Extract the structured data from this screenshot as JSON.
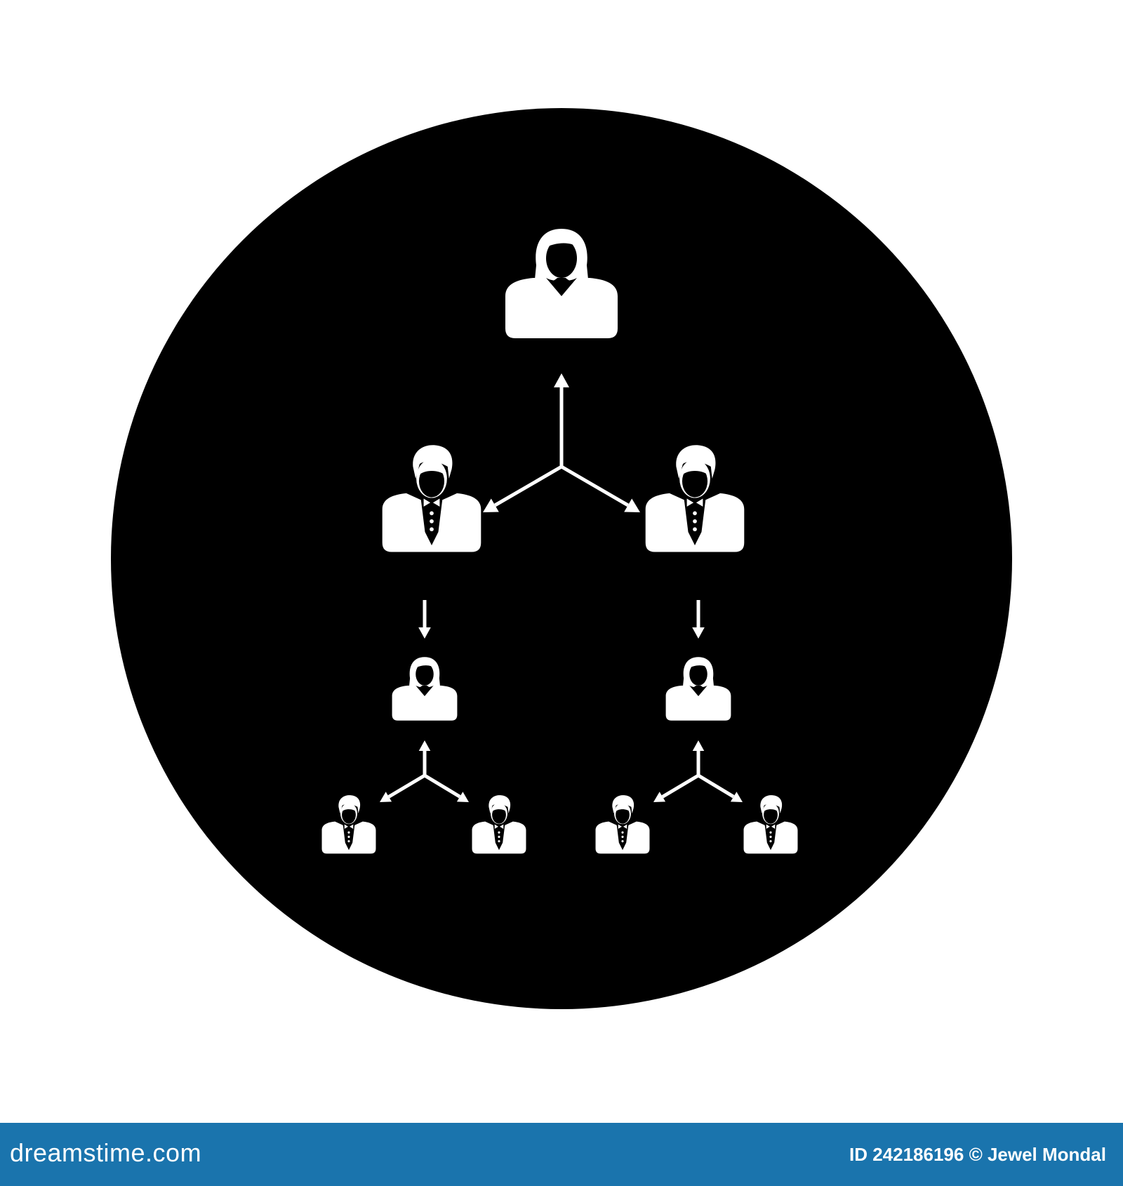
{
  "colors": {
    "circle": "#000000",
    "figure": "#ffffff",
    "background": "#ffffff",
    "footer": "#1a74ad",
    "footer_text": "#ffffff"
  },
  "diagram": {
    "nodes": [
      {
        "id": "top",
        "icon": "woman-person-icon"
      },
      {
        "id": "mid-left",
        "icon": "man-person-icon"
      },
      {
        "id": "mid-right",
        "icon": "man-person-icon"
      },
      {
        "id": "low-left",
        "icon": "woman-person-icon"
      },
      {
        "id": "low-right",
        "icon": "woman-person-icon"
      },
      {
        "id": "bottom-left-1",
        "icon": "man-person-icon"
      },
      {
        "id": "bottom-left-2",
        "icon": "man-person-icon"
      },
      {
        "id": "bottom-right-1",
        "icon": "man-person-icon"
      },
      {
        "id": "bottom-right-2",
        "icon": "man-person-icon"
      }
    ],
    "links": [
      {
        "from": "mid-left",
        "to": "top"
      },
      {
        "from": "mid-right",
        "to": "top"
      },
      {
        "from": "mid-left",
        "to": "low-left"
      },
      {
        "from": "mid-right",
        "to": "low-right"
      },
      {
        "from": "bottom-left-1",
        "to": "low-left"
      },
      {
        "from": "bottom-left-2",
        "to": "low-left"
      },
      {
        "from": "bottom-right-1",
        "to": "low-right"
      },
      {
        "from": "bottom-right-2",
        "to": "low-right"
      }
    ]
  },
  "footer": {
    "logo_text": "dreamstime.com",
    "credit_text": "ID 242186196 © Jewel Mondal"
  }
}
